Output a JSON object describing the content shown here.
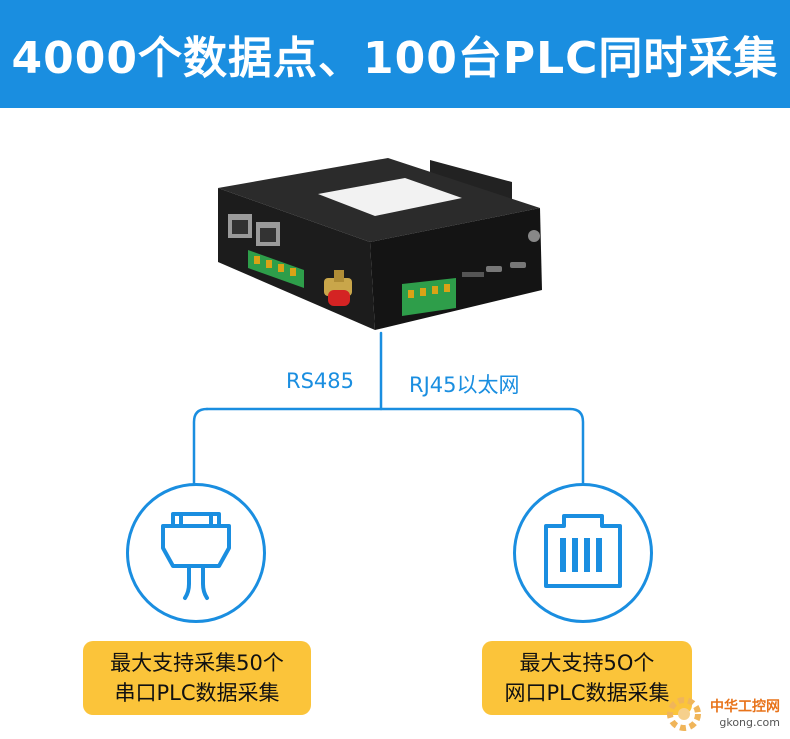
{
  "header": {
    "title": "4000个数据点、100台PLC同时采集"
  },
  "labels": {
    "left": "RS485",
    "right": "RJ45以太网"
  },
  "boxes": {
    "left": {
      "line1": "最大支持采集50个",
      "line2": "串口PLC数据采集"
    },
    "right": {
      "line1": "最大支持5O个",
      "line2": "网口PLC数据采集"
    }
  },
  "icons": {
    "left": "serial-port-icon",
    "right": "ethernet-port-icon"
  },
  "watermark": {
    "text": "中华工控网",
    "url": "gkong.com"
  },
  "colors": {
    "accent": "#1a8ee0",
    "box": "#fbc43a",
    "header_text": "#ffffff"
  }
}
